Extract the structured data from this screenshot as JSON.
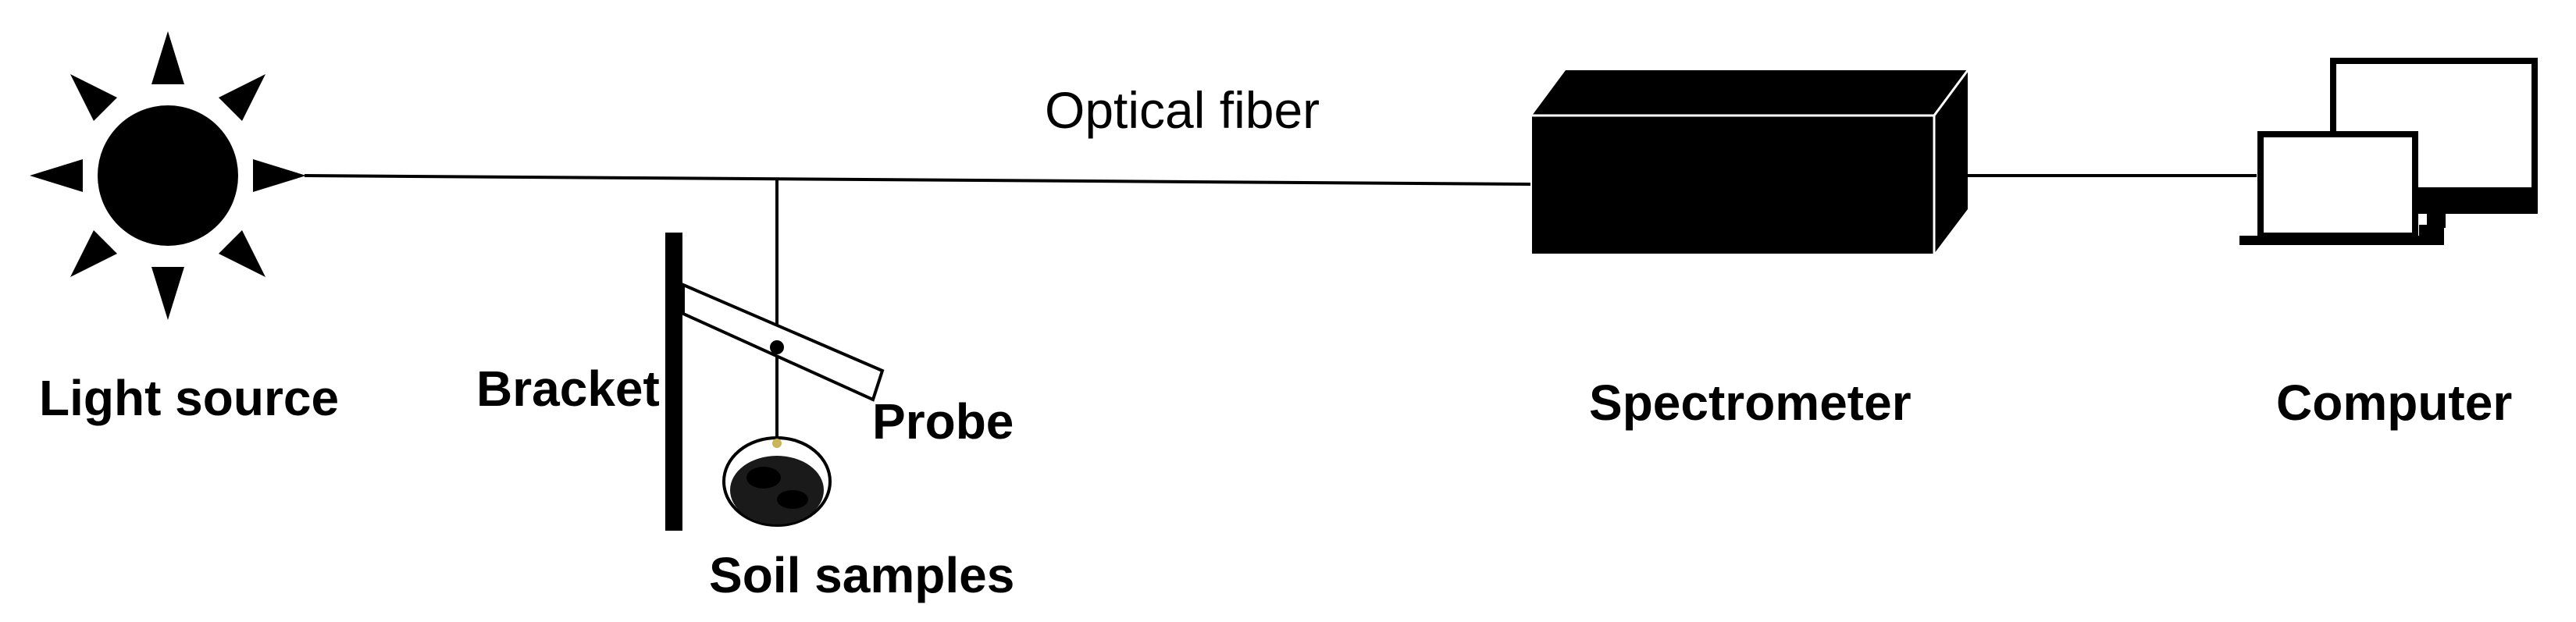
{
  "labels": {
    "light_source": "Light source",
    "optical_fiber": "Optical fiber",
    "bracket": "Bracket",
    "probe": "Probe",
    "soil_samples": "Soil samples",
    "spectrometer": "Spectrometer",
    "computer": "Computer"
  },
  "icons": {
    "light_source": "sun-icon",
    "computer": "computer-monitor-laptop-icon",
    "spectrometer": "box-icon"
  },
  "colors": {
    "foreground": "#000000",
    "background": "#ffffff"
  }
}
